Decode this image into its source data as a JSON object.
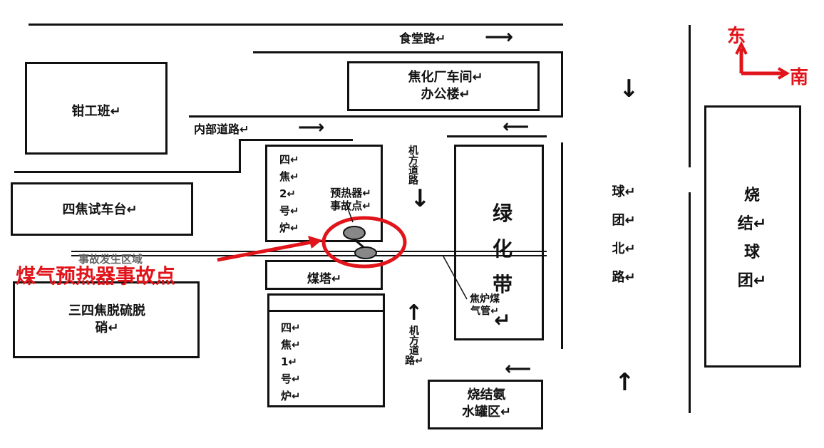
{
  "labels": {
    "canteen_road": "食堂路↵",
    "workshop_office": "焦化厂车间↵\n办公楼↵",
    "fitter_team": "钳工班↵",
    "internal_road": "内部道路↵",
    "loco_platform": "四焦试车台↵",
    "coke_oven_2": "四↵\n焦↵\n2↵\n号↵\n炉↵",
    "preheater": "预热器↵\n事故点↵",
    "coal_tower": "煤塔↵",
    "coke_oven_1": "四↵\n焦↵\n1↵\n号↵\n炉↵",
    "desulfur": "三四焦脱硫脱\n硝↵",
    "machine_road_top": "机\n方\n道\n路",
    "machine_road_bottom": "机\n方\n道\n路↵",
    "green_belt": "绿\n化\n带↵",
    "coke_gas_pipe": "焦炉煤\n气管↵",
    "pellet_north_road": "球↵\n团↵\n北↵\n路↵",
    "sinter_ammonia": "烧结氨\n水罐区↵",
    "sinter_pellet": "烧\n结↵\n球\n团↵",
    "compass_east": "东",
    "compass_south": "南",
    "accident_title": "煤气预热器事故点",
    "smudged_text": "事故发生区域"
  },
  "colors": {
    "accent_red": "#e0141a",
    "ink": "#111111"
  }
}
